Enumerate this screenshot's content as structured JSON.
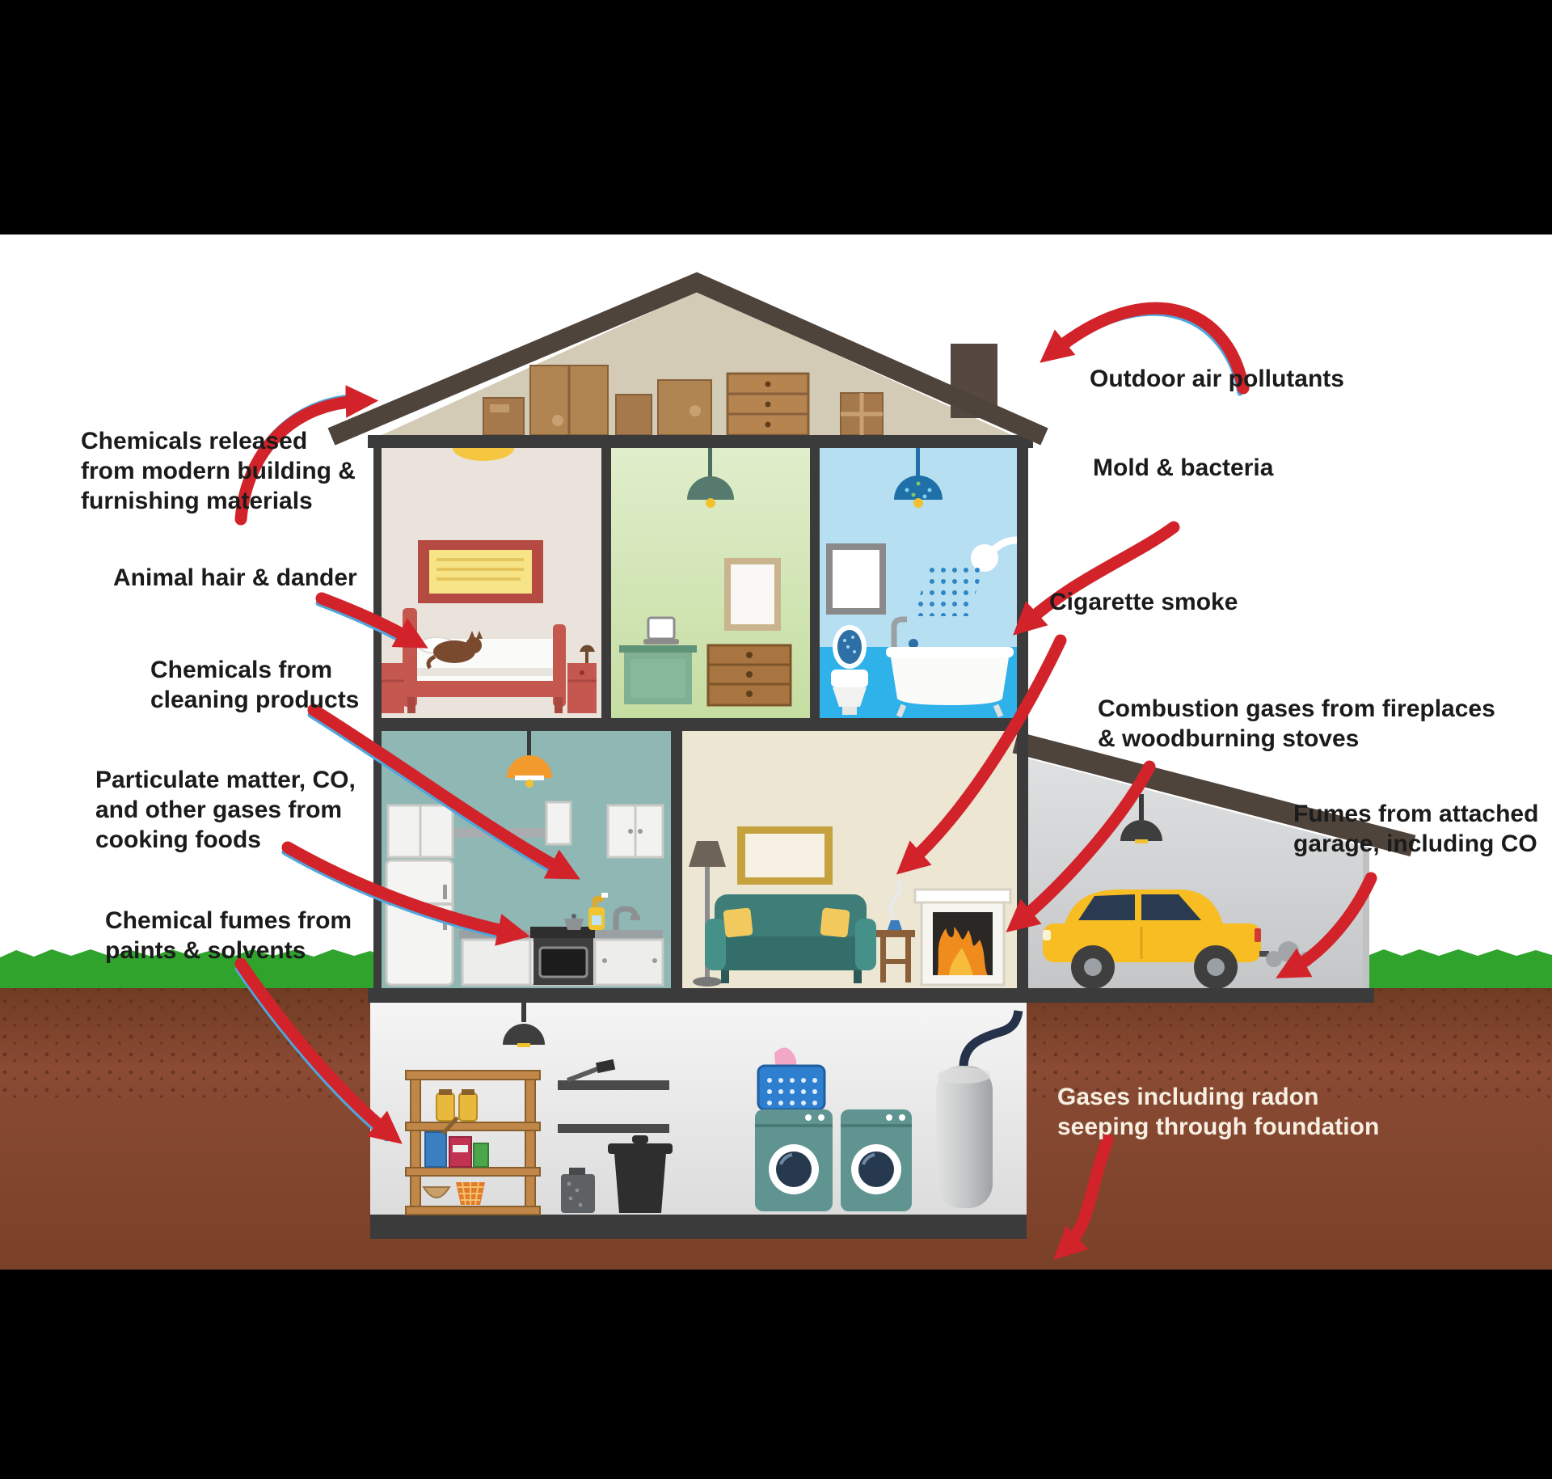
{
  "labels": [
    {
      "id": "chemicals-released",
      "text": "Chemicals released\nfrom modern building &\nfurnishing materials"
    },
    {
      "id": "animal-hair",
      "text": "Animal hair & dander"
    },
    {
      "id": "cleaning-products",
      "text": "Chemicals from\ncleaning products"
    },
    {
      "id": "particulate",
      "text": "Particulate matter, CO,\nand other gases from\ncooking foods"
    },
    {
      "id": "paints-solvents",
      "text": "Chemical fumes from\npaints & solvents"
    },
    {
      "id": "outdoor-air",
      "text": "Outdoor air pollutants"
    },
    {
      "id": "mold-bacteria",
      "text": "Mold & bacteria"
    },
    {
      "id": "cigarette-smoke",
      "text": "Cigarette smoke"
    },
    {
      "id": "combustion-gases",
      "text": "Combustion gases from fireplaces\n& woodburning stoves"
    },
    {
      "id": "fumes-garage",
      "text": "Fumes from attached\ngarage, including CO"
    },
    {
      "id": "radon",
      "text": "Gases including radon\nseeping through foundation"
    }
  ],
  "palette": {
    "letterbox": "#000000",
    "background": "#ffffff",
    "text": "#1b1b1b",
    "radon_text": "#f7efe2",
    "arrow_red": "#d2232a",
    "arrow_blue": "#4fa6dc",
    "roof_brown": "#4f443c",
    "attic_tan": "#d4cbb6",
    "floor_dark": "#3b3b3b",
    "grass_green": "#2fa32c",
    "soil_brown": "#8a4a33",
    "bedroom_wall": "#eae3db",
    "office_wall": "#d7e8be",
    "bathroom_wall": "#b7dff2",
    "bathroom_floor": "#2fb2e9",
    "kitchen_wall": "#8fb7b4",
    "living_wall": "#ede6d3",
    "garage_wall": "#d2d4d5",
    "basement_wall": "#efefef",
    "bed_red": "#c4584e",
    "sofa_teal": "#3e7d78",
    "pillow_yellow": "#f2c95c",
    "car_yellow": "#f7bd23",
    "fire_orange": "#f08c1e",
    "appliance_teal": "#5f9490"
  }
}
